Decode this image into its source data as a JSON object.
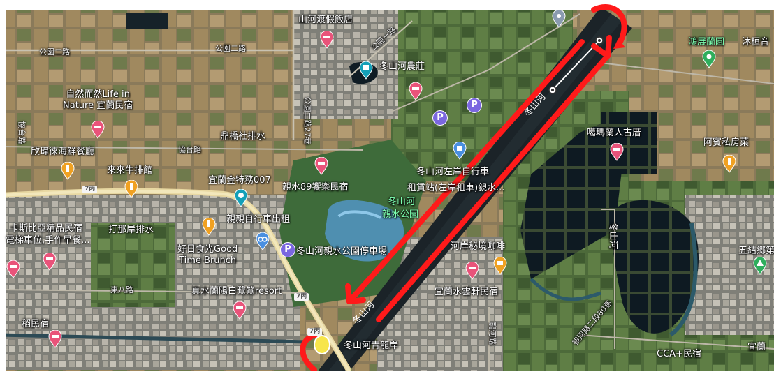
{
  "map": {
    "route_color": "#ff1a1a",
    "labels": {
      "shanhe_resort": "山河渡假飯店",
      "gongyuan_2_left": "公園二路",
      "gongyuan_2_mid": "公園二路",
      "gongyuan_1": "公園一路",
      "gongyuan_2_lane": "公園二路27巷",
      "dongshan_farm": "冬山河農莊",
      "life_in_nature": "自然而然Life in\nNature 宜蘭民宿",
      "xietai_rd": "協台路",
      "bishe_drain": "鼎橋社排水",
      "xinwei_seafood": "欣瑋徠海鮮餐廳",
      "laialai_steak": "來來牛排館",
      "yilan_jinte": "宜蘭金特務007",
      "qinshui_89": "親水89饗樂民宿",
      "bike_rental_1": "冬山河左岸自行車",
      "bike_rental_2": "租賃站(左岸租車)親水...",
      "dongshanhe_1": "冬山河",
      "dongshanhe_2": "親水公園",
      "kasi_bia": "卡斯比亞精品民宿",
      "fang_dian": "打那岸排水",
      "qinqin_bike": "親親自行車出租",
      "dian_ti": "電梯車位,手作早餐...",
      "haori": "好日食光Good\nTime Brunch",
      "qinshui_parking": "冬山河親水公園停車場",
      "dongba_rd": "東八路",
      "zhenshui": "真水蘭陽白鷺鷥resort",
      "daomin": "稻民宿",
      "river_top": "冬山河",
      "river_bottom": "冬山河",
      "hean_cafe": "河岸秘境咖啡",
      "yilan_shuiyun": "宜蘭水雲軒民宿",
      "qinglong": "冬山河青龍岸",
      "dongshan_lbl": "冬山河",
      "hongzhan": "鴻展蘭園",
      "muji": "沐桓音",
      "galan": "噶瑪蘭人古厝",
      "amei": "阿賓私房菜",
      "wujie": "五結鄉第一",
      "longhe": "龍河路",
      "bisan": "親河路二段80巷",
      "ccat": "CCA+民宿",
      "yilan_right": "宜蘭",
      "shield_1": "7丙",
      "shield_2": "7丙",
      "shield_3": "7丙"
    }
  }
}
